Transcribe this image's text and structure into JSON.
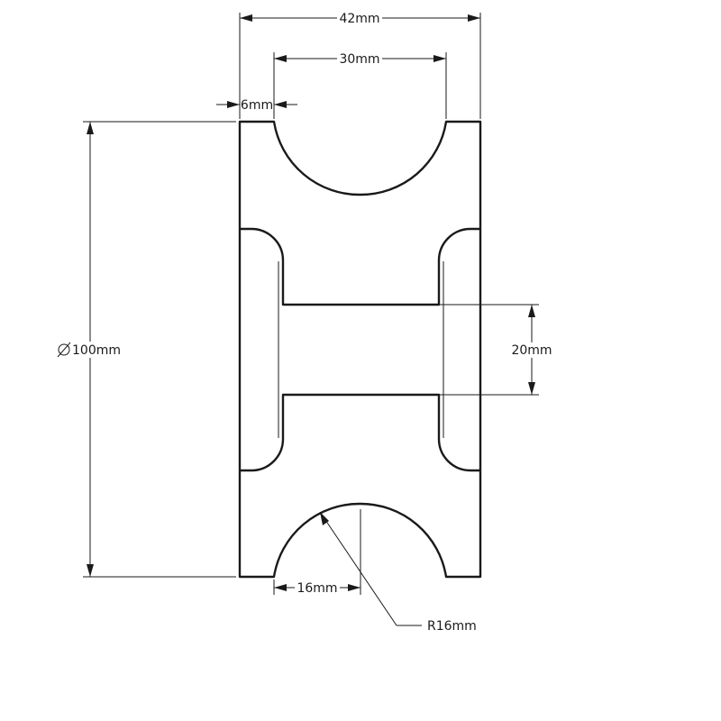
{
  "dimensions": {
    "overall_width": "42mm",
    "groove_width": "30mm",
    "flange_width": "6mm",
    "diameter": "100mm",
    "diameter_symbol": "⌀",
    "bore": "20mm",
    "groove_half": "16mm",
    "groove_radius": "R16mm"
  }
}
